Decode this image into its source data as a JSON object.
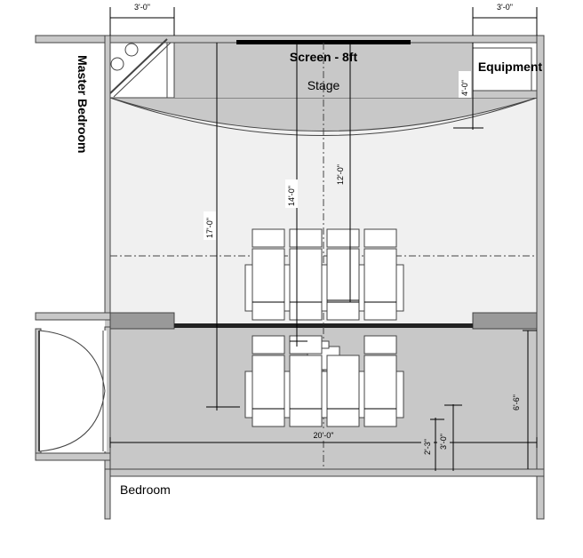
{
  "labels": {
    "screen": "Screen - 8ft",
    "stage": "Stage",
    "equipment": "Equipment",
    "master_bedroom": "Master Bedroom",
    "bedroom": "Bedroom"
  },
  "dimensions": {
    "closet_left_width": "3'-0\"",
    "closet_right_width": "3'-0\"",
    "equipment_depth": "4'-0\"",
    "room_length": "17'-0\"",
    "screen_to_row2": "14'-0\"",
    "screen_to_row1": "12'-0\"",
    "room_width": "20'-0\"",
    "lower_area_depth": "6'-6\"",
    "riser_height_a": "2'-3\"",
    "riser_height_b": "3'-0\""
  },
  "colors": {
    "floor_gray": "#c8c8c8",
    "floor_light": "#f0f0f0",
    "wall_line": "#444444",
    "screen_bar": "#000000",
    "riser_edge": "#222222"
  }
}
